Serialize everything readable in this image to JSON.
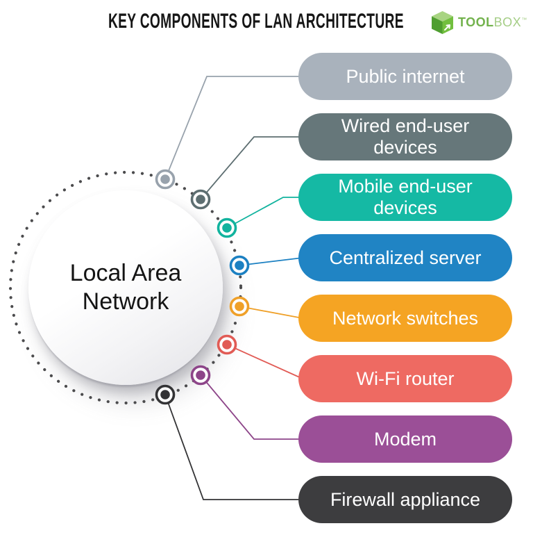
{
  "title": "KEY COMPONENTS OF LAN ARCHITECTURE",
  "logo": {
    "tool": "TOOL",
    "box": "BOX",
    "tm": "™",
    "cube_top": "#a8d482",
    "cube_left": "#4f9e30",
    "cube_right": "#72bf3f",
    "tool_color": "#72b24c",
    "box_color": "#a4cd85"
  },
  "center": {
    "line1": "Local Area",
    "line2": "Network"
  },
  "ring_color": "#4b4b4d",
  "items": [
    {
      "label": "Public internet",
      "pill_color": "#a9b2bc",
      "node_color": "#98a2ac"
    },
    {
      "label": "Wired end-user devices",
      "pill_color": "#66777a",
      "node_color": "#5d6e71"
    },
    {
      "label": "Mobile end-user devices",
      "pill_color": "#15b9a4",
      "node_color": "#11b39e"
    },
    {
      "label": "Centralized server",
      "pill_color": "#2084c4",
      "node_color": "#1b80c2"
    },
    {
      "label": "Network switches",
      "pill_color": "#f5a423",
      "node_color": "#efa028"
    },
    {
      "label": "Wi-Fi router",
      "pill_color": "#ee6a62",
      "node_color": "#e15b55"
    },
    {
      "label": "Modem",
      "pill_color": "#9b4f97",
      "node_color": "#8d4589"
    },
    {
      "label": "Firewall appliance",
      "pill_color": "#3d3d3f",
      "node_color": "#333335"
    }
  ]
}
